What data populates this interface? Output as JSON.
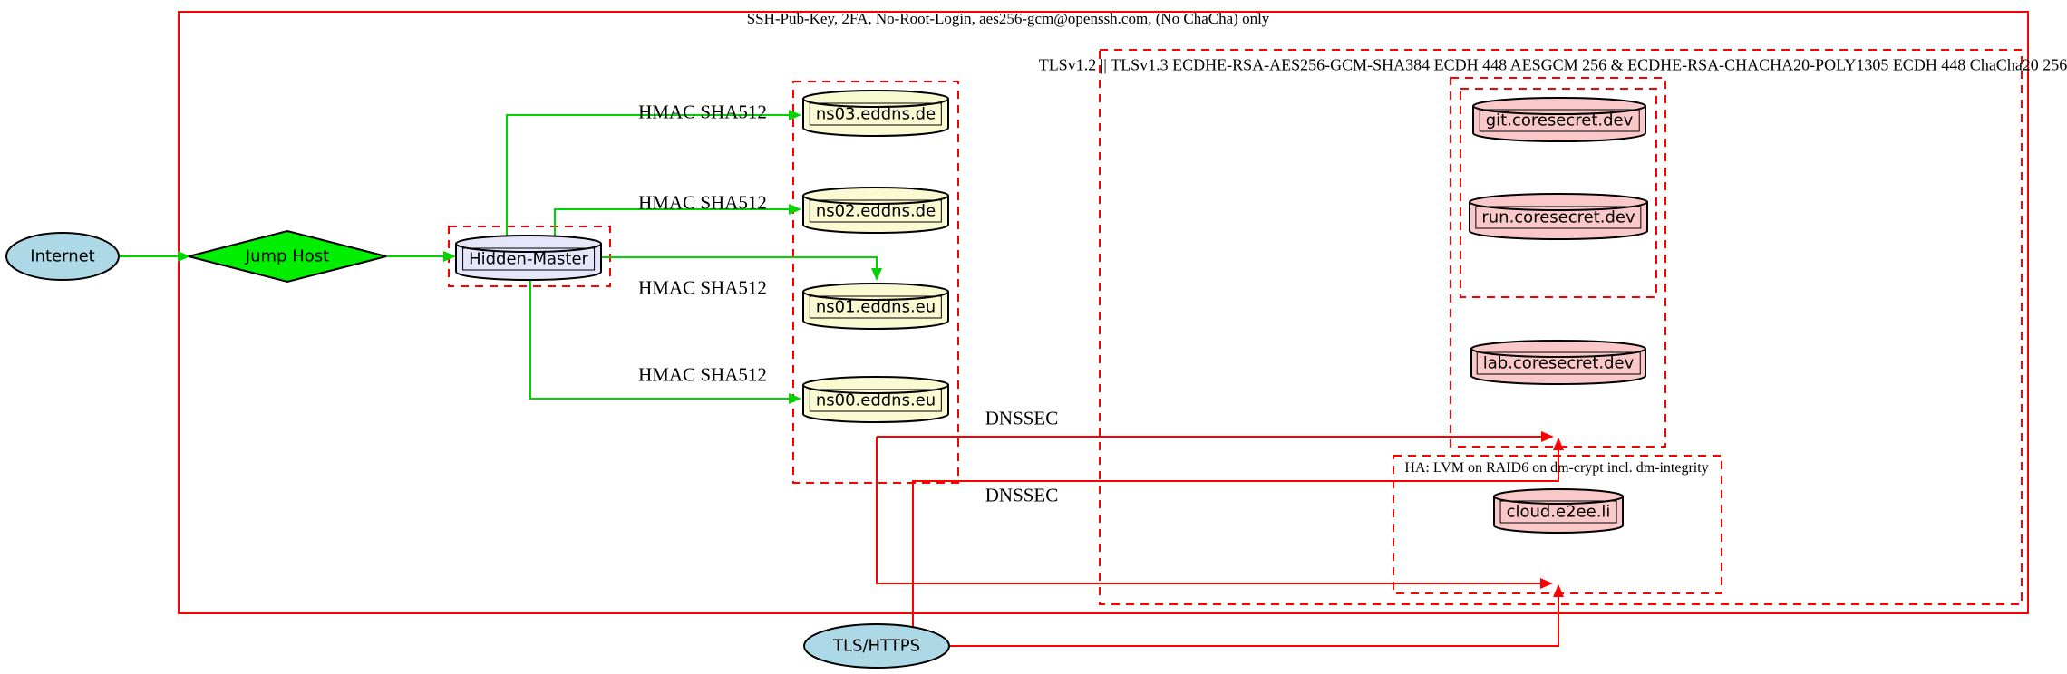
{
  "clusters": {
    "ssh": {
      "label": "SSH-Pub-Key, 2FA, No-Root-Login, aes256-gcm@openssh.com, (No ChaCha) only"
    },
    "tls": {
      "label": "TLSv1.2 || TLSv1.3 ECDHE-RSA-AES256-GCM-SHA384 ECDH 448 AESGCM 256 & ECDHE-RSA-CHACHA20-POLY1305 ECDH 448 ChaCha20 256"
    },
    "ha": {
      "label": "HA: LVM on RAID6 on dm-crypt incl. dm-integrity"
    }
  },
  "nodes": {
    "internet": {
      "label": "Internet"
    },
    "jump_host": {
      "label": "Jump Host"
    },
    "hidden_master": {
      "label": "Hidden-Master"
    },
    "ns03": {
      "label": "ns03.eddns.de"
    },
    "ns02": {
      "label": "ns02.eddns.de"
    },
    "ns01": {
      "label": "ns01.eddns.eu"
    },
    "ns00": {
      "label": "ns00.eddns.eu"
    },
    "git": {
      "label": "git.coresecret.dev"
    },
    "run": {
      "label": "run.coresecret.dev"
    },
    "lab": {
      "label": "lab.coresecret.dev"
    },
    "cloud": {
      "label": "cloud.e2ee.li"
    },
    "tls_https": {
      "label": "TLS/HTTPS"
    }
  },
  "edge_labels": {
    "hmac_ns03": "HMAC SHA512",
    "hmac_ns02": "HMAC SHA512",
    "hmac_ns01": "HMAC SHA512",
    "hmac_ns00": "HMAC SHA512",
    "dnssec_1": "DNSSEC",
    "dnssec_2": "DNSSEC"
  },
  "colors": {
    "cluster_border": "#ff0000",
    "edge_secure_shell": "#00d300",
    "edge_tls_dnssec": "#ff0000",
    "node_internet_fill": "#add8e6",
    "node_jump_host_fill": "#00ee00",
    "node_hidden_master_fill": "#e6e6fa",
    "node_dns_fill": "#fafad2",
    "node_server_fill": "#fac8c8",
    "node_border": "#000000"
  }
}
